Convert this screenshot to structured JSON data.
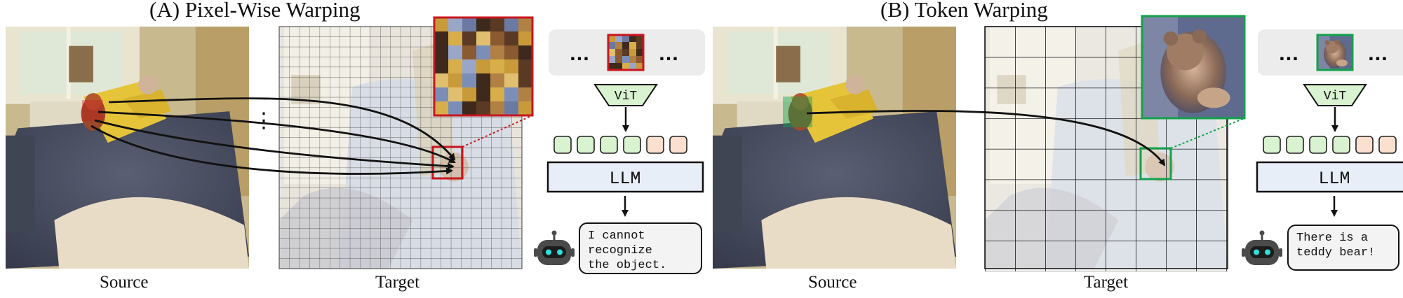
{
  "panels": [
    {
      "title": "(A) Pixel-Wise Warping",
      "source_caption": "Source",
      "target_caption": "Target",
      "encoder_label": "ViT",
      "llm_label": "LLM",
      "response": [
        "I cannot",
        "recognize",
        "the object."
      ],
      "highlight_color": "#c8161d"
    },
    {
      "title": "(B) Token Warping",
      "source_caption": "Source",
      "target_caption": "Target",
      "encoder_label": "ViT",
      "llm_label": "LLM",
      "response": [
        "There is a",
        "teddy bear!"
      ],
      "highlight_color": "#12a24a"
    }
  ],
  "ellipsis": "…",
  "vertical_ellipsis": "⋮",
  "colors": {
    "vit_fill": "#d9f2d0",
    "llm_fill": "#e8eef8",
    "token_green": "#d9f2d0",
    "token_peach": "#fbe0cf",
    "input_strip": "#ececec",
    "robot": "#4a4a4a",
    "robot_eyes": "#2ee0e0"
  },
  "icons": [
    "robot-icon",
    "down-arrow-icon",
    "warp-arrow-icon"
  ]
}
